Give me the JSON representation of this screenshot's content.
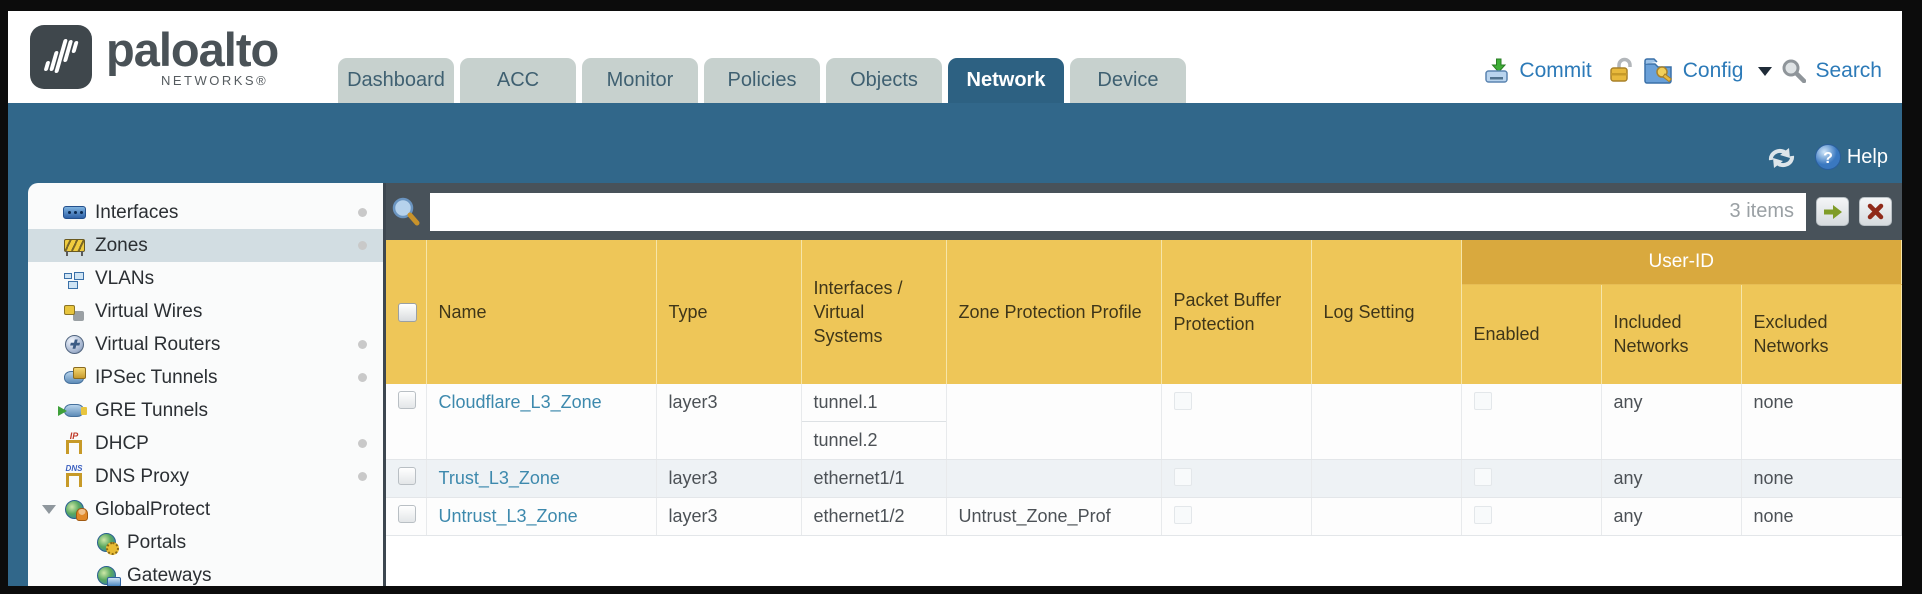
{
  "brand": {
    "name": "paloalto",
    "sub": "NETWORKS®"
  },
  "nav_tabs": [
    {
      "label": "Dashboard",
      "active": false
    },
    {
      "label": "ACC",
      "active": false
    },
    {
      "label": "Monitor",
      "active": false
    },
    {
      "label": "Policies",
      "active": false
    },
    {
      "label": "Objects",
      "active": false
    },
    {
      "label": "Network",
      "active": true
    },
    {
      "label": "Device",
      "active": false
    }
  ],
  "header_actions": {
    "commit": "Commit",
    "config": "Config",
    "search": "Search"
  },
  "utility": {
    "help": "Help"
  },
  "sidebar": [
    {
      "label": "Interfaces",
      "icon": "interfaces-icon",
      "level": 1,
      "dot": true,
      "selected": false,
      "expanded": null
    },
    {
      "label": "Zones",
      "icon": "zones-icon",
      "level": 1,
      "dot": true,
      "selected": true,
      "expanded": null
    },
    {
      "label": "VLANs",
      "icon": "vlans-icon",
      "level": 1,
      "dot": false,
      "selected": false,
      "expanded": null
    },
    {
      "label": "Virtual Wires",
      "icon": "virtual-wires-icon",
      "level": 1,
      "dot": false,
      "selected": false,
      "expanded": null
    },
    {
      "label": "Virtual Routers",
      "icon": "virtual-routers-icon",
      "level": 1,
      "dot": true,
      "selected": false,
      "expanded": null
    },
    {
      "label": "IPSec Tunnels",
      "icon": "ipsec-tunnels-icon",
      "level": 1,
      "dot": true,
      "selected": false,
      "expanded": null
    },
    {
      "label": "GRE Tunnels",
      "icon": "gre-tunnels-icon",
      "level": 1,
      "dot": false,
      "selected": false,
      "expanded": null
    },
    {
      "label": "DHCP",
      "icon": "dhcp-icon",
      "level": 1,
      "dot": true,
      "selected": false,
      "expanded": null
    },
    {
      "label": "DNS Proxy",
      "icon": "dns-proxy-icon",
      "level": 1,
      "dot": true,
      "selected": false,
      "expanded": null
    },
    {
      "label": "GlobalProtect",
      "icon": "globalprotect-icon",
      "level": 1,
      "dot": false,
      "selected": false,
      "expanded": true
    },
    {
      "label": "Portals",
      "icon": "portals-icon",
      "level": 2,
      "dot": false,
      "selected": false,
      "expanded": null
    },
    {
      "label": "Gateways",
      "icon": "gateways-icon",
      "level": 2,
      "dot": false,
      "selected": false,
      "expanded": null
    }
  ],
  "filter": {
    "value": "",
    "count": "3 items"
  },
  "table": {
    "group_header": "User-ID",
    "columns": [
      "Name",
      "Type",
      "Interfaces / Virtual Systems",
      "Zone Protection Profile",
      "Packet Buffer Protection",
      "Log Setting",
      "Enabled",
      "Included Networks",
      "Excluded Networks"
    ],
    "rows": [
      {
        "name": "Cloudflare_L3_Zone",
        "type": "layer3",
        "interfaces": [
          "tunnel.1",
          "tunnel.2"
        ],
        "zone_protection_profile": "",
        "packet_buffer_protection": false,
        "log_setting": "",
        "user_id_enabled": false,
        "included_networks": "any",
        "excluded_networks": "none"
      },
      {
        "name": "Trust_L3_Zone",
        "type": "layer3",
        "interfaces": [
          "ethernet1/1"
        ],
        "zone_protection_profile": "",
        "packet_buffer_protection": false,
        "log_setting": "",
        "user_id_enabled": false,
        "included_networks": "any",
        "excluded_networks": "none"
      },
      {
        "name": "Untrust_L3_Zone",
        "type": "layer3",
        "interfaces": [
          "ethernet1/2"
        ],
        "zone_protection_profile": "Untrust_Zone_Prof",
        "packet_buffer_protection": false,
        "log_setting": "",
        "user_id_enabled": false,
        "included_networks": "any",
        "excluded_networks": "none"
      }
    ]
  },
  "colors": {
    "teal_band": "#31678a",
    "active_tab": "#2d6182",
    "header_gold": "#eec658",
    "user_id_gold": "#d9a93e",
    "filter_bar": "#48525a",
    "link_blue": "#3d89ad",
    "action_blue": "#2c7ab8"
  }
}
